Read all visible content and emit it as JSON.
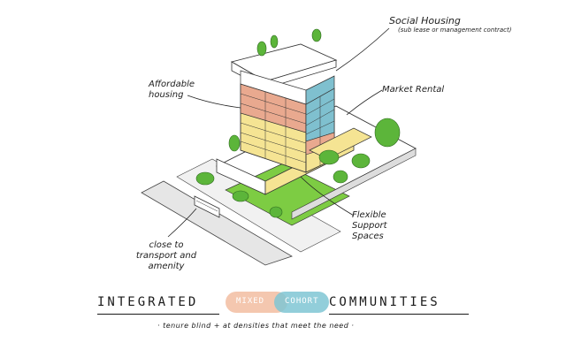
{
  "labels": {
    "social_housing": "Social Housing",
    "social_sub": "(sub lease or management contract)",
    "market_rental": "Market Rental",
    "affordable": "Affordable housing",
    "flexible": "Flexible Support Spaces",
    "close_to": "close to transport and amenity"
  },
  "title": {
    "left": "INTEGRATED",
    "mixed": "MIXED",
    "cohort": "COHORT",
    "right": "COMMUNITIES",
    "subtitle": "· tenure blind + at densities that meet the need ·"
  },
  "colors": {
    "affordable": "#e9a98f",
    "social": "#7fc0cf",
    "market": "#f5e493",
    "green": "#7dcc43",
    "tree": "#5cb53a"
  }
}
